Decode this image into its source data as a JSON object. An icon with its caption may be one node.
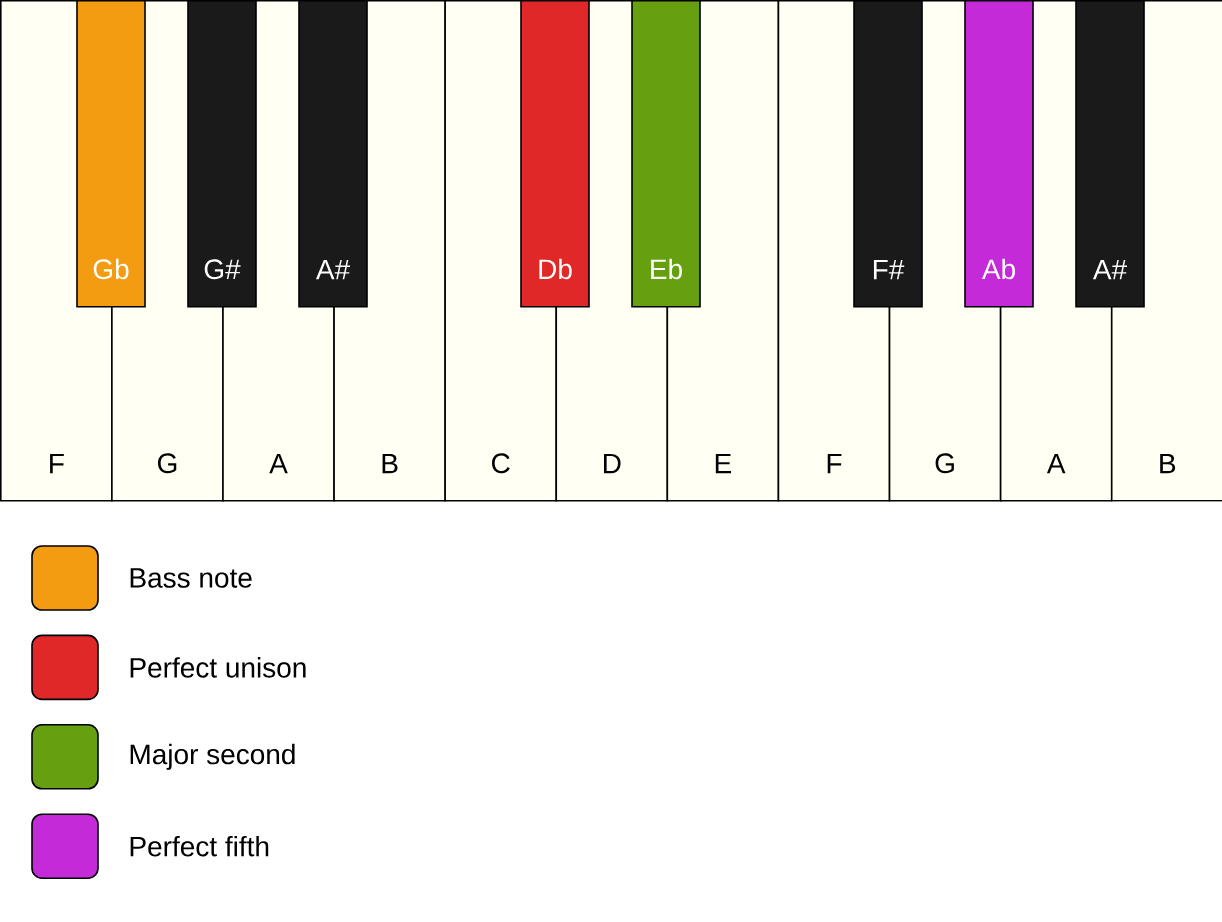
{
  "diagram": {
    "nodes": [
      {
        "text": [
          "F"
        ]
      },
      {
        "text": [
          "G"
        ]
      },
      {
        "text": [
          "A"
        ]
      },
      {
        "text": [
          "B"
        ]
      },
      {
        "text": [
          "C"
        ]
      },
      {
        "text": [
          "D"
        ]
      },
      {
        "text": [
          "E"
        ]
      },
      {
        "text": [
          "F"
        ]
      },
      {
        "text": [
          "G"
        ]
      },
      {
        "text": [
          "A"
        ]
      },
      {
        "text": [
          "B"
        ]
      },
      {
        "text": [
          "Gb"
        ]
      },
      {
        "text": [
          "G#"
        ]
      },
      {
        "text": [
          "A#"
        ]
      },
      {
        "text": [
          "Db"
        ]
      },
      {
        "text": [
          "Eb"
        ]
      },
      {
        "text": [
          "F#"
        ]
      },
      {
        "text": [
          "Ab"
        ]
      },
      {
        "text": [
          "A#"
        ]
      }
    ],
    "legend": [
      {
        "text": "Bass note",
        "color": "#f39c12"
      },
      {
        "text": "Perfect unison",
        "color": "#e02828"
      },
      {
        "text": "Major second",
        "color": "#66a010"
      },
      {
        "text": "Perfect fifth",
        "color": "#c42ad8"
      }
    ]
  }
}
